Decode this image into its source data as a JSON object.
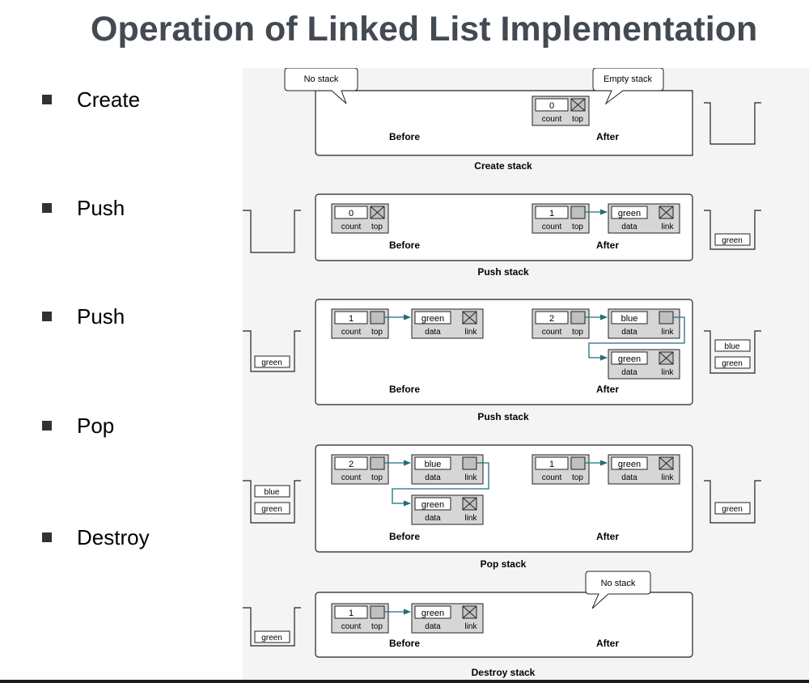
{
  "slide": {
    "title": "Operation of Linked List Implementation",
    "bullets": [
      "Create",
      "Push",
      "Push",
      "Pop",
      "Destroy"
    ]
  },
  "diagram": {
    "create": {
      "caption": "Create stack",
      "before_label": "Before",
      "after_label": "After",
      "callout_before": "No stack",
      "callout_after": "Empty stack",
      "head_after": {
        "count": "0",
        "count_label": "count",
        "top_label": "top"
      }
    },
    "push1": {
      "caption": "Push stack",
      "before_label": "Before",
      "after_label": "After",
      "head_before": {
        "count": "0",
        "count_label": "count",
        "top_label": "top"
      },
      "head_after": {
        "count": "1",
        "count_label": "count",
        "top_label": "top"
      },
      "node_after": {
        "value": "green",
        "data_label": "data",
        "link_label": "link"
      },
      "stack_after": [
        "green"
      ]
    },
    "push2": {
      "caption": "Push stack",
      "before_label": "Before",
      "after_label": "After",
      "head_before": {
        "count": "1",
        "count_label": "count",
        "top_label": "top"
      },
      "node_before": {
        "value": "green",
        "data_label": "data",
        "link_label": "link"
      },
      "head_after": {
        "count": "2",
        "count_label": "count",
        "top_label": "top"
      },
      "node_after_1": {
        "value": "blue",
        "data_label": "data",
        "link_label": "link"
      },
      "node_after_2": {
        "value": "green",
        "data_label": "data",
        "link_label": "link"
      },
      "stack_before": [
        "green"
      ],
      "stack_after": [
        "blue",
        "green"
      ]
    },
    "pop": {
      "caption": "Pop stack",
      "before_label": "Before",
      "after_label": "After",
      "head_before": {
        "count": "2",
        "count_label": "count",
        "top_label": "top"
      },
      "node_before_1": {
        "value": "blue",
        "data_label": "data",
        "link_label": "link"
      },
      "node_before_2": {
        "value": "green",
        "data_label": "data",
        "link_label": "link"
      },
      "head_after": {
        "count": "1",
        "count_label": "count",
        "top_label": "top"
      },
      "node_after": {
        "value": "green",
        "data_label": "data",
        "link_label": "link"
      },
      "stack_before": [
        "blue",
        "green"
      ],
      "stack_after": [
        "green"
      ]
    },
    "destroy": {
      "caption": "Destroy stack",
      "before_label": "Before",
      "after_label": "After",
      "callout_after": "No stack",
      "head_before": {
        "count": "1",
        "count_label": "count",
        "top_label": "top"
      },
      "node_before": {
        "value": "green",
        "data_label": "data",
        "link_label": "link"
      },
      "stack_before": [
        "green"
      ]
    },
    "colors": {
      "arrow": "#1f6f7a",
      "box_fill": "#d6d6d6",
      "cell_fill": "#c0c0c0"
    }
  }
}
